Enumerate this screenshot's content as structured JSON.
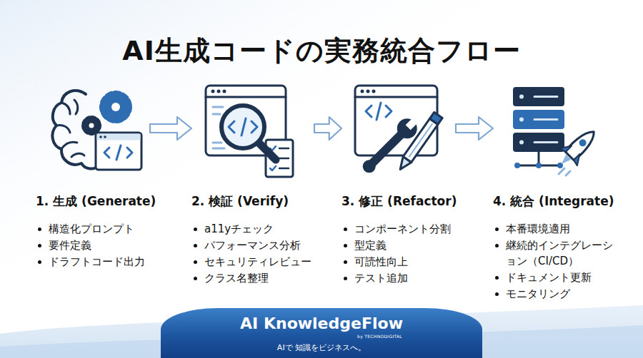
{
  "diagram": {
    "title": "AI生成コードの実務統合フロー",
    "nodes": [
      {
        "text": [
          "1. 生成 (Generate)",
          "構造化プロンプト",
          "要件定義",
          "ドラフトコード出力"
        ]
      },
      {
        "text": [
          "2. 検証 (Verify)",
          "a11yチェック",
          "パフォーマンス分析",
          "セキュリティレビュー",
          "クラス名整理"
        ]
      },
      {
        "text": [
          "3. 修正 (Refactor)",
          "コンポーネント分割",
          "型定義",
          "可読性向上",
          "テスト追加"
        ]
      },
      {
        "text": [
          "4. 統合 (Integrate)",
          "本番環境適用",
          "継続的インテグレーション（CI/CD）",
          "ドキュメント更新",
          "モニタリング"
        ]
      },
      {
        "text": [
          "AI KnowledgeFlow",
          "by TECHNODIGITAL",
          "AIで 知識をビジネスへ。"
        ]
      }
    ],
    "edges": [
      {
        "from": 0,
        "to": 1,
        "arrow": "to"
      },
      {
        "from": 1,
        "to": 2,
        "arrow": "to"
      },
      {
        "from": 2,
        "to": 3,
        "arrow": "to"
      }
    ]
  }
}
